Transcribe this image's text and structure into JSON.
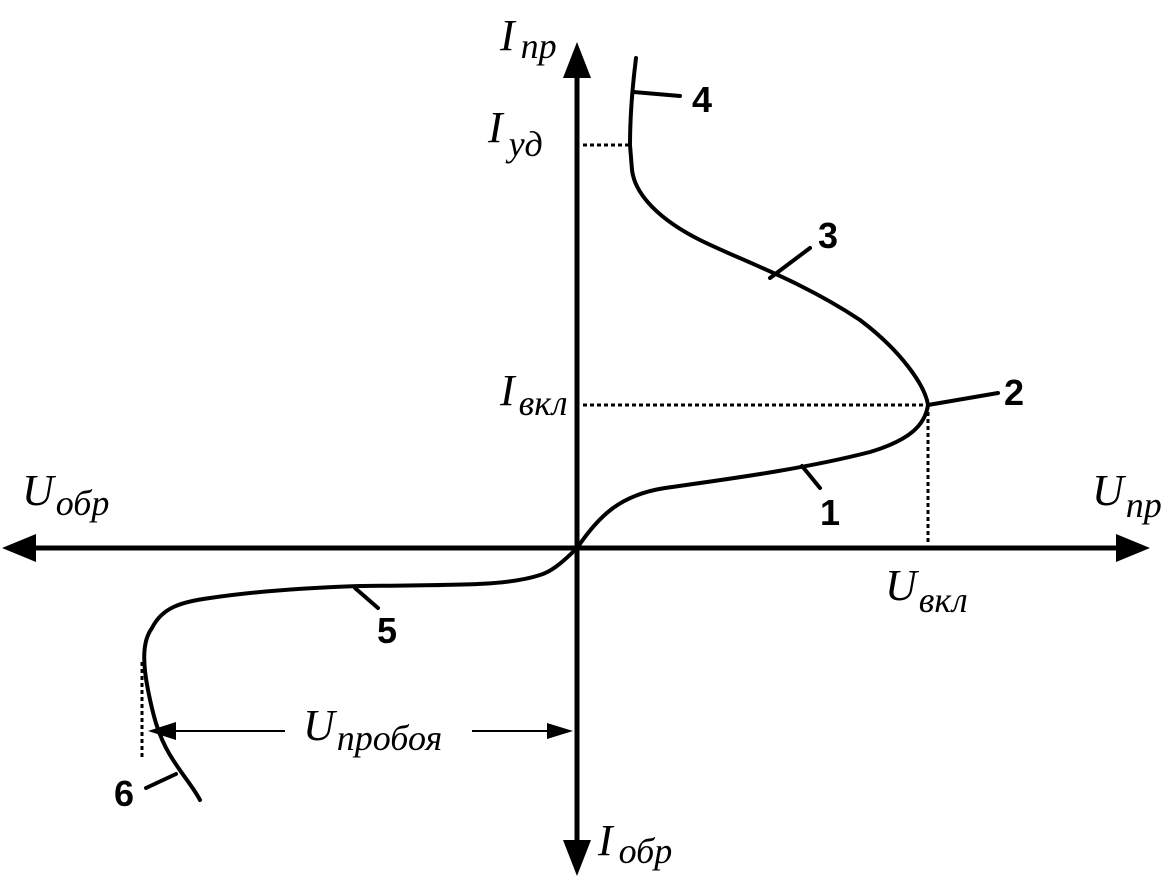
{
  "axes": {
    "forward_current": {
      "main": "I",
      "sub": "пр"
    },
    "reverse_current": {
      "main": "I",
      "sub": "обр"
    },
    "forward_voltage": {
      "main": "U",
      "sub": "пр"
    },
    "reverse_voltage": {
      "main": "U",
      "sub": "обр"
    }
  },
  "markers": {
    "holding_current": {
      "main": "I",
      "sub": "уд"
    },
    "switch_on_current": {
      "main": "I",
      "sub": "вкл"
    },
    "switch_on_voltage": {
      "main": "U",
      "sub": "вкл"
    },
    "breakdown_voltage": {
      "main": "U",
      "sub": "пробоя"
    }
  },
  "regions": [
    "1",
    "2",
    "3",
    "4",
    "5",
    "6"
  ]
}
